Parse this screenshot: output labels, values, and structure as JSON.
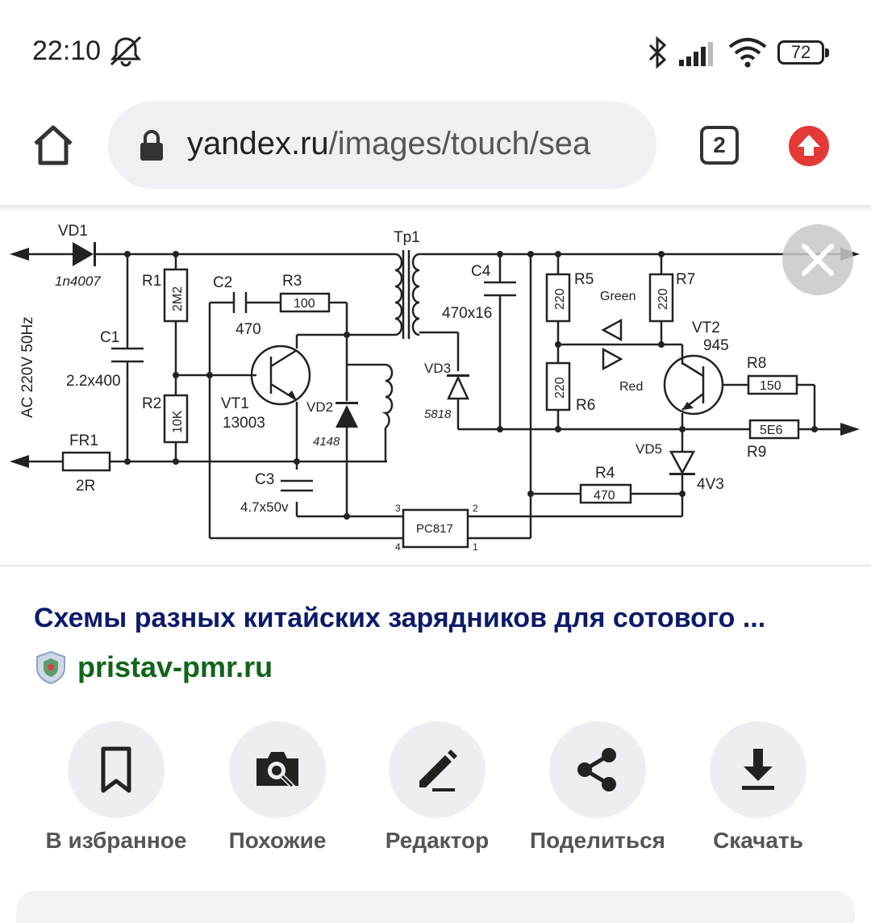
{
  "status_bar": {
    "time": "22:10",
    "battery": "72",
    "icons": [
      "mute-icon",
      "bluetooth-icon",
      "signal-icon",
      "wifi-icon",
      "battery-icon"
    ]
  },
  "browser": {
    "url_domain": "yandex.ru",
    "url_path": "/images/touch/sea",
    "tab_count": "2"
  },
  "schematic": {
    "labels": {
      "vd1": "VD1",
      "vd1_part": "1n4007",
      "ac": "AC 220V 50Hz",
      "r1": "R1",
      "r1_val": "2M2",
      "c2": "C2",
      "c2_val": "470",
      "r3": "R3",
      "r3_val": "100",
      "c1": "C1",
      "c1_val": "2.2x400",
      "r2": "R2",
      "r2_val": "10K",
      "vt1": "VT1",
      "vt1_part": "13003",
      "vd2": "VD2",
      "vd2_part": "4148",
      "fr1": "FR1",
      "fr1_val": "2R",
      "c3": "C3",
      "c3_val": "4.7x50v",
      "tp1": "Tp1",
      "c4": "C4",
      "c4_val": "470x16",
      "vd3": "VD3",
      "vd3_part": "5818",
      "r5": "R5",
      "r5_val": "220",
      "r6": "R6",
      "r6_val": "220",
      "r7": "R7",
      "r7_val": "220",
      "green": "Green",
      "red": "Red",
      "vt2": "VT2",
      "vt2_part": "945",
      "r8": "R8",
      "r8_val": "150",
      "r9": "R9",
      "r9_val": "5E6",
      "vd5": "VD5",
      "vd5_val": "4V3",
      "r4": "R4",
      "r4_val": "470",
      "pc817": "PC817",
      "pin1": "1",
      "pin2": "2",
      "pin3": "3",
      "pin4": "4"
    }
  },
  "result": {
    "title": "Схемы разных китайских зарядников для сотового ...",
    "site": "pristav-pmr.ru"
  },
  "actions": [
    {
      "label": "В избранное",
      "icon": "bookmark-icon"
    },
    {
      "label": "Похожие",
      "icon": "camera-search-icon"
    },
    {
      "label": "Редактор",
      "icon": "pencil-icon"
    },
    {
      "label": "Поделиться",
      "icon": "share-icon"
    },
    {
      "label": "Скачать",
      "icon": "download-icon"
    }
  ]
}
